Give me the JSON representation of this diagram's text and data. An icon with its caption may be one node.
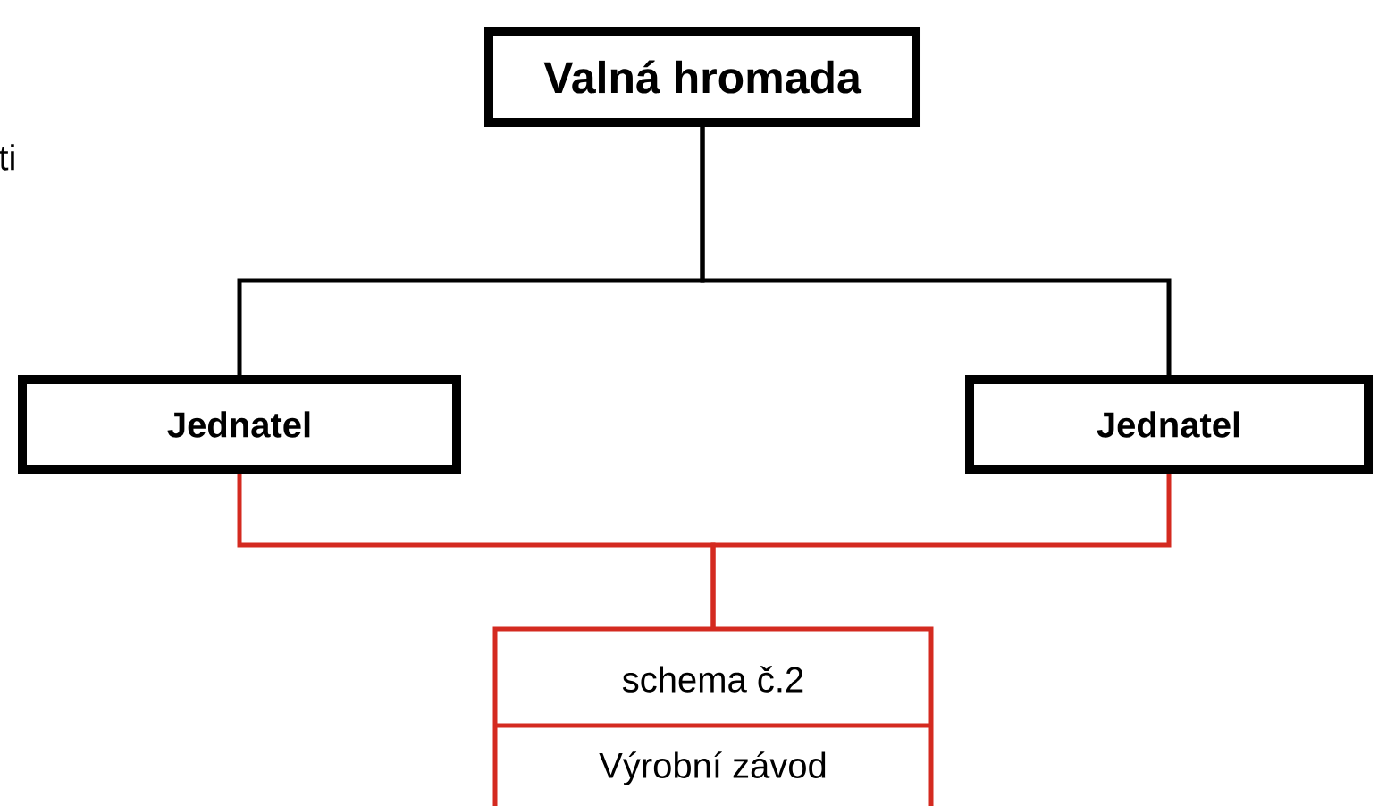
{
  "diagram": {
    "nodes": [
      {
        "text": [
          "Valná hromada"
        ]
      },
      {
        "text": [
          "Jednatel"
        ]
      },
      {
        "text": [
          "Jednatel"
        ]
      },
      {
        "text": [
          "schema č.2",
          "Výrobní závod"
        ]
      }
    ],
    "edges": [
      {
        "from": 0,
        "to": 1,
        "arrow": "none"
      },
      {
        "from": 0,
        "to": 2,
        "arrow": "none"
      },
      {
        "from": 1,
        "to": 3,
        "arrow": "none",
        "color": "#d42a20"
      },
      {
        "from": 2,
        "to": 3,
        "arrow": "none",
        "color": "#d42a20"
      }
    ],
    "labels": [
      "ti"
    ]
  }
}
